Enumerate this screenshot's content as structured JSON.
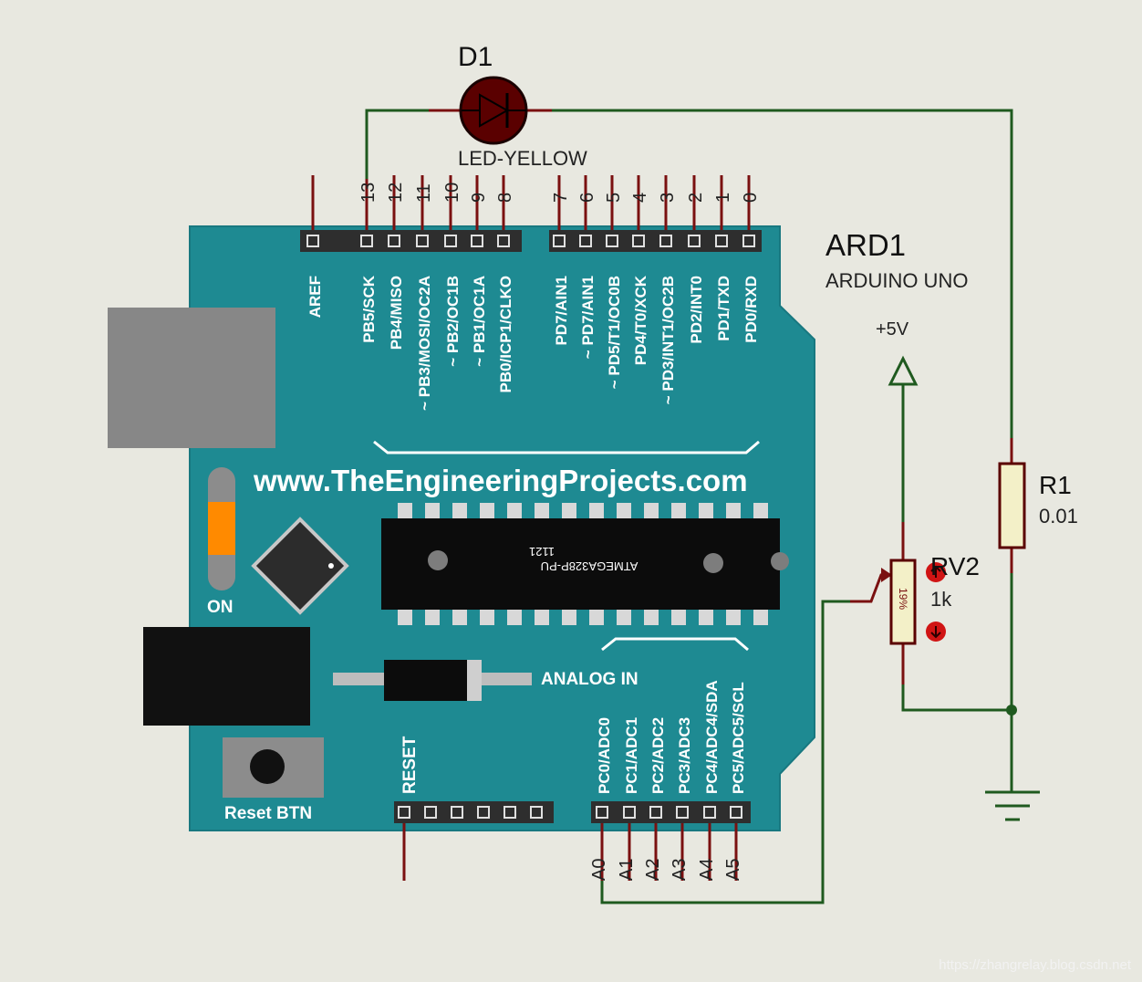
{
  "led": {
    "ref": "D1",
    "value": "LED-YELLOW"
  },
  "arduino": {
    "ref": "ARD1",
    "value": "ARDUINO UNO",
    "website": "www.TheEngineeringProjects.com"
  },
  "chip": {
    "name": "ATMEGA328P-PU",
    "code": "1121"
  },
  "power": {
    "label": "+5V"
  },
  "r1": {
    "ref": "R1",
    "value": "0.01"
  },
  "rv2": {
    "ref": "RV2",
    "value": "1k",
    "wiper": "19%"
  },
  "board_labels": {
    "on": "ON",
    "analog_in": "ANALOG IN",
    "reset": "RESET",
    "reset_btn": "Reset BTN"
  },
  "digital_pins_left": [
    {
      "num": "",
      "name": "AREF"
    },
    {
      "num": "13",
      "name": "PB5/SCK"
    },
    {
      "num": "12",
      "name": "PB4/MISO"
    },
    {
      "num": "11",
      "name": "~ PB3/MOSI/OC2A"
    },
    {
      "num": "10",
      "name": "~ PB2/OC1B"
    },
    {
      "num": "9",
      "name": "~ PB1/OC1A"
    },
    {
      "num": "8",
      "name": "PB0/ICP1/CLKO"
    }
  ],
  "digital_pins_right": [
    {
      "num": "7",
      "name": "PD7/AIN1"
    },
    {
      "num": "6",
      "name": "~ PD7/AIN1"
    },
    {
      "num": "5",
      "name": "~ PD5/T1/OC0B"
    },
    {
      "num": "4",
      "name": "PD4/T0/XCK"
    },
    {
      "num": "3",
      "name": "~ PD3/INT1/OC2B"
    },
    {
      "num": "2",
      "name": "PD2/INT0"
    },
    {
      "num": "1",
      "name": "PD1/TXD"
    },
    {
      "num": "0",
      "name": "PD0/RXD"
    }
  ],
  "analog_pins": [
    {
      "num": "A0",
      "name": "PC0/ADC0"
    },
    {
      "num": "A1",
      "name": "PC1/ADC1"
    },
    {
      "num": "A2",
      "name": "PC2/ADC2"
    },
    {
      "num": "A3",
      "name": "PC3/ADC3"
    },
    {
      "num": "A4",
      "name": "PC4/ADC4/SDA"
    },
    {
      "num": "A5",
      "name": "PC5/ADC5/SCL"
    }
  ],
  "watermark": "https://zhangrelay.blog.csdn.net",
  "colors": {
    "board": "#1e8a92",
    "wire": "#1f5a1f",
    "pin": "#7a1010",
    "header": "#333333"
  }
}
